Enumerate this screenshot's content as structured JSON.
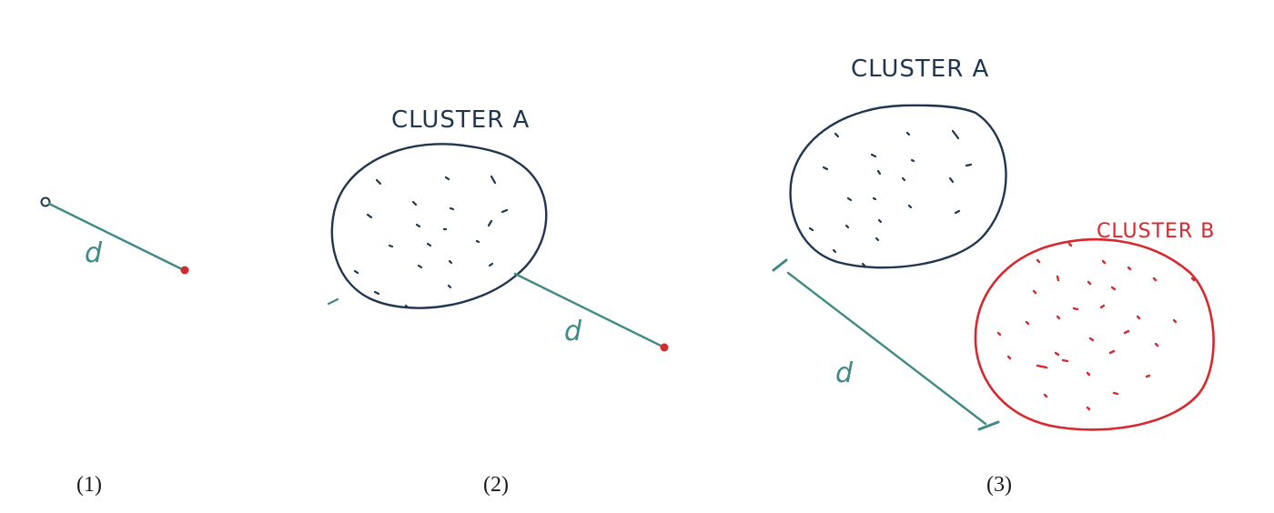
{
  "colors": {
    "teal": "#3f8a86",
    "navy": "#1f3550",
    "red": "#d7282e",
    "paper": "#ffffff"
  },
  "panel1": {
    "distance_label": "d",
    "caption": "(1)"
  },
  "panel2": {
    "cluster_label": "CLUSTER A",
    "distance_label": "d",
    "caption": "(2)"
  },
  "panel3": {
    "cluster_a_label": "CLUSTER A",
    "cluster_b_label": "CLUSTER B",
    "distance_label": "d",
    "caption": "(3)"
  }
}
